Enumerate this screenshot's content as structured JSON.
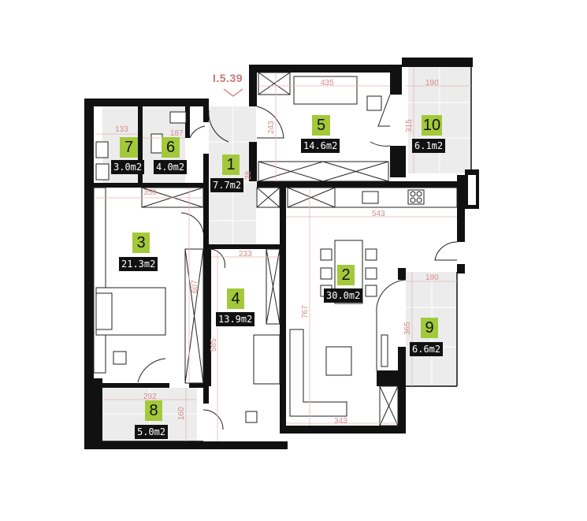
{
  "level_marker": "I.5.39",
  "rooms": [
    {
      "number": "1",
      "area": "7.7m2"
    },
    {
      "number": "2",
      "area": "30.0m2"
    },
    {
      "number": "3",
      "area": "21.3m2"
    },
    {
      "number": "4",
      "area": "13.9m2"
    },
    {
      "number": "5",
      "area": "14.6m2"
    },
    {
      "number": "6",
      "area": "4.0m2"
    },
    {
      "number": "7",
      "area": "3.0m2"
    },
    {
      "number": "8",
      "area": "5.0m2"
    },
    {
      "number": "9",
      "area": "6.6m2"
    },
    {
      "number": "10",
      "area": "6.1m2"
    }
  ],
  "dimensions": [
    "133",
    "187",
    "350",
    "243",
    "28",
    "435",
    "190",
    "315",
    "543",
    "233",
    "607",
    "585",
    "767",
    "180",
    "365",
    "292",
    "160",
    "343"
  ],
  "colors": {
    "room_label": "#a3c93a",
    "area_label": "#111111",
    "dimension": "#d48a8a",
    "wall": "#111111",
    "floor_tile": "#ececec"
  }
}
